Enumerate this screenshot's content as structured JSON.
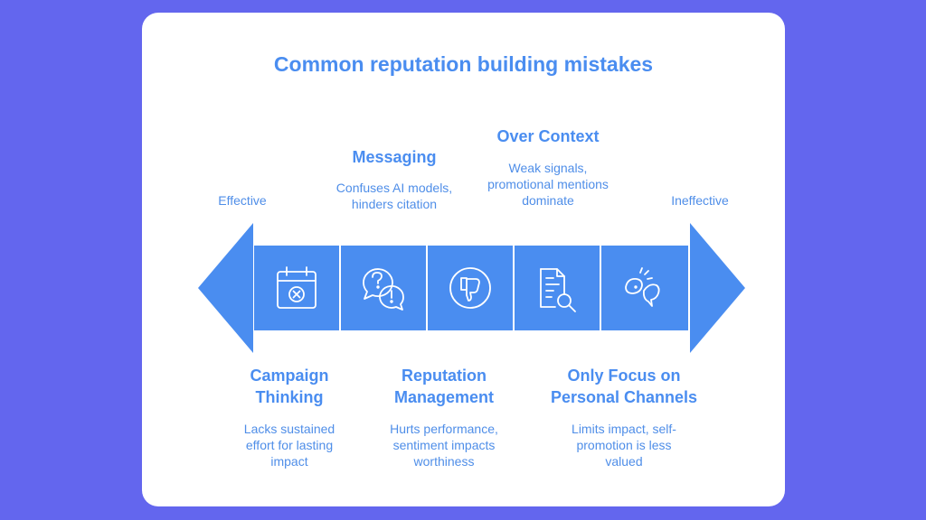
{
  "title": "Common reputation building mistakes",
  "scale": {
    "left_label": "Effective",
    "right_label": "Ineffective"
  },
  "items": [
    {
      "heading": "Campaign Thinking",
      "description": "Lacks sustained effort for lasting impact",
      "icon": "calendar-x-icon"
    },
    {
      "heading": "Messaging",
      "description": "Confuses AI models, hinders citation",
      "icon": "question-chat-icon"
    },
    {
      "heading": "Reputation Management",
      "description": "Hurts performance, sentiment impacts worthiness",
      "icon": "thumbs-down-icon"
    },
    {
      "heading": "Over Context",
      "description": "Weak signals, promotional mentions dominate",
      "icon": "document-search-icon"
    },
    {
      "heading": "Only Focus on Personal Channels",
      "description": "Limits impact, self-promotion is less valued",
      "icon": "megaphone-icon"
    }
  ],
  "colors": {
    "background": "#6366ee",
    "card": "#ffffff",
    "accent": "#4a8df0"
  }
}
